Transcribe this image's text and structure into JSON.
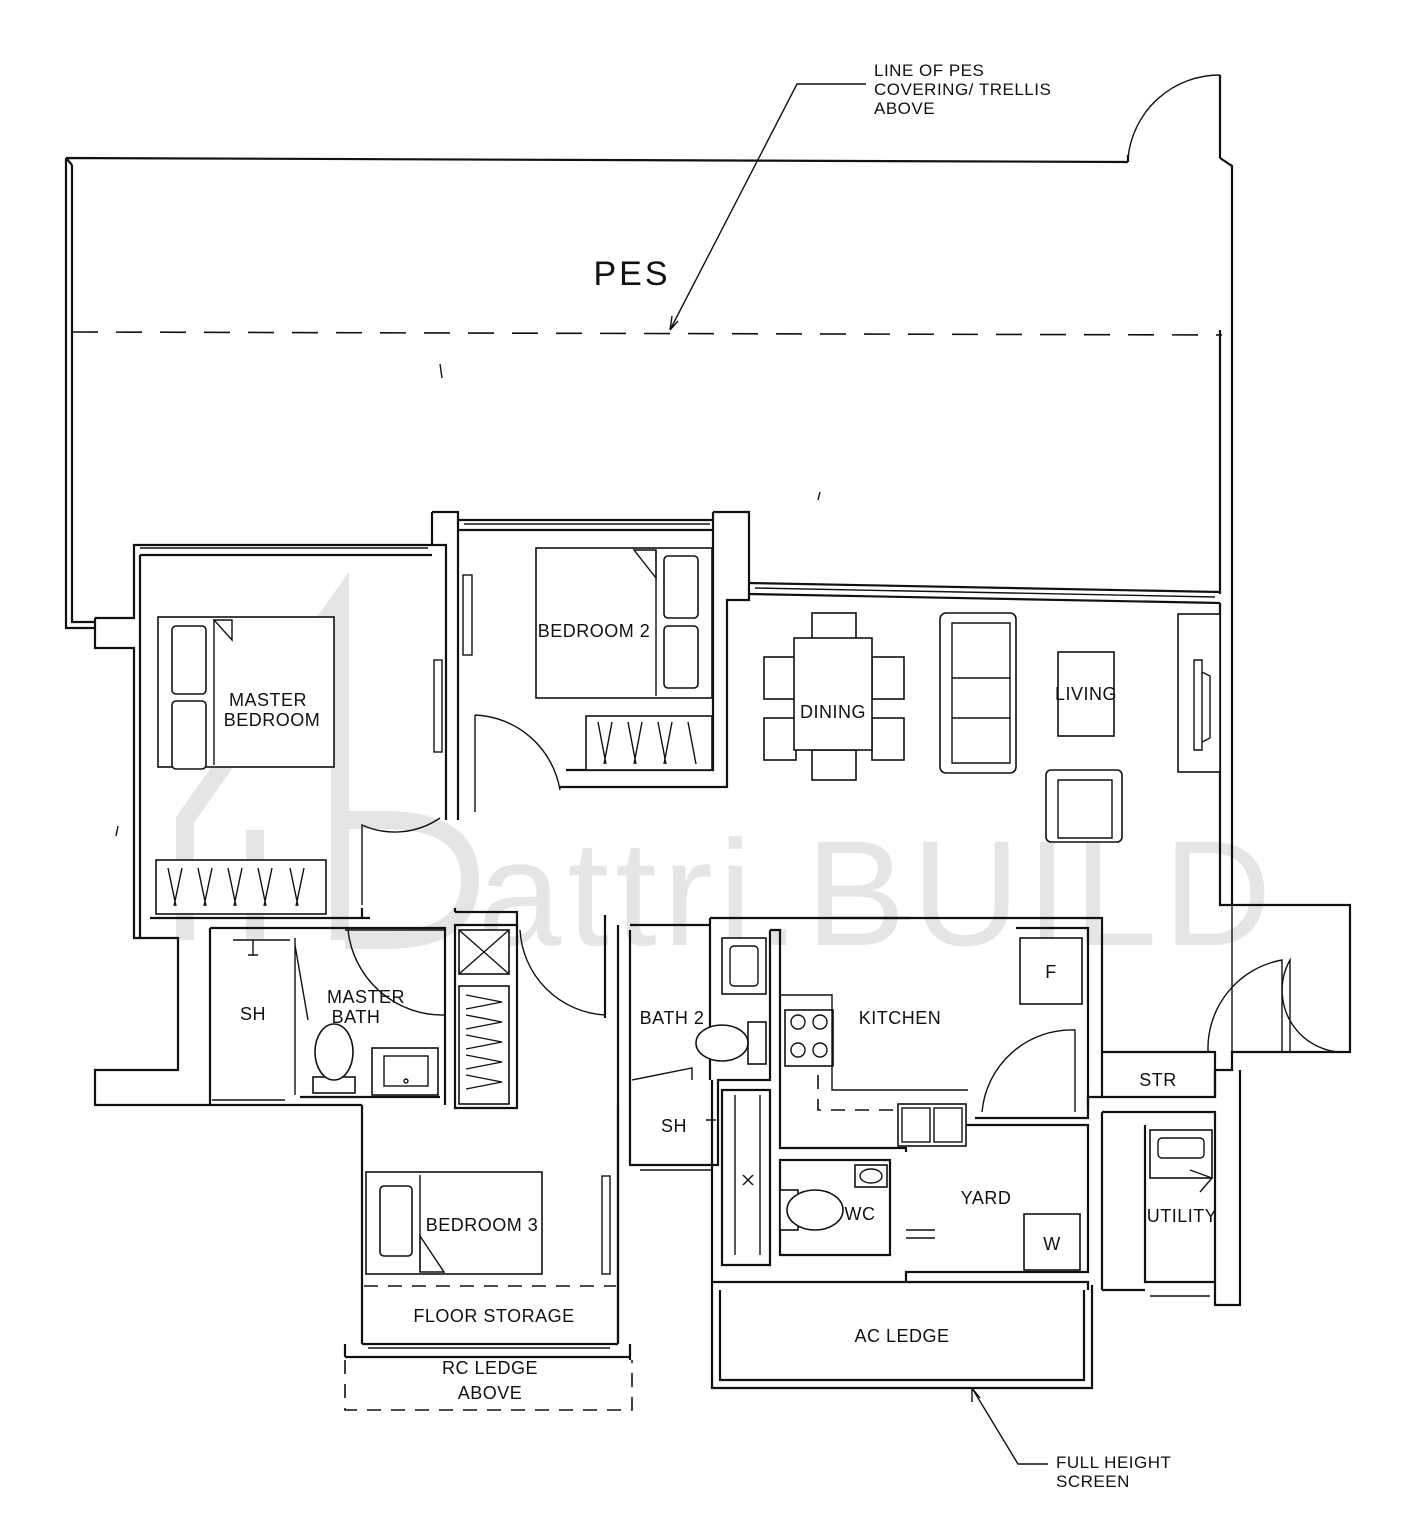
{
  "labels": {
    "pes": "PES",
    "pes_note": [
      "LINE OF PES",
      "COVERING/ TRELLIS",
      "ABOVE"
    ],
    "master_bedroom": [
      "MASTER",
      "BEDROOM"
    ],
    "bedroom2": "BEDROOM 2",
    "dining": "DINING",
    "living": "LIVING",
    "master_bath": [
      "MASTER",
      "BATH"
    ],
    "sh": "SH",
    "bath2": "BATH 2",
    "kitchen": "KITCHEN",
    "fridge": "F",
    "str": "STR",
    "yard": "YARD",
    "washer": "W",
    "utility": "UTILITY",
    "wc": "WC",
    "bedroom3": "BEDROOM 3",
    "floor_storage": "FLOOR STORAGE",
    "rc_ledge": [
      "RC LEDGE",
      "ABOVE"
    ],
    "ac_ledge": "AC LEDGE",
    "screen_note": [
      "FULL HEIGHT",
      "SCREEN"
    ]
  },
  "watermark": {
    "text": "attri.BUILD",
    "logo": "house-logo"
  }
}
